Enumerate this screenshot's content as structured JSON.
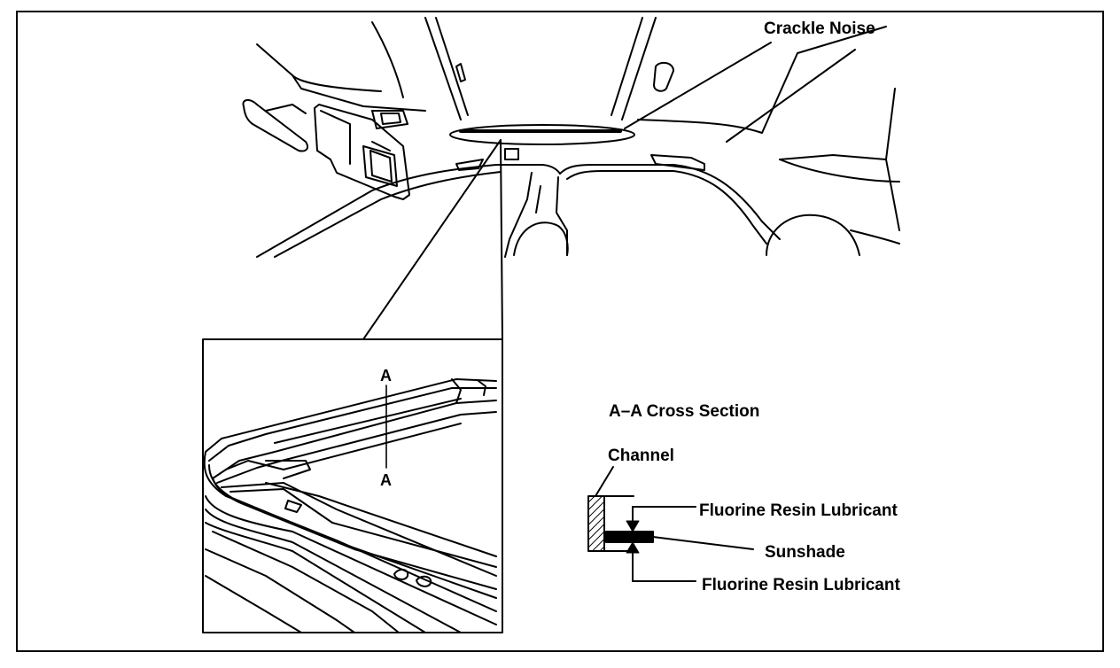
{
  "labels": {
    "crackle_noise": "Crackle Noise",
    "section_a_top": "A",
    "section_a_bottom": "A",
    "cross_section_title": "A–A Cross Section",
    "channel": "Channel",
    "fluorine_resin_top": "Fluorine Resin Lubricant",
    "sunshade": "Sunshade",
    "fluorine_resin_bottom": "Fluorine Resin Lubricant"
  },
  "colors": {
    "ink": "#000000",
    "paper": "#ffffff"
  }
}
